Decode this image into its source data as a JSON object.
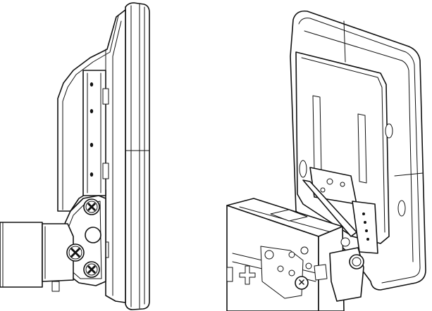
{
  "figure": {
    "views": [
      {
        "id": "side-view",
        "icon": "side-profile-monitor-mount"
      },
      {
        "id": "perspective-view",
        "icon": "perspective-monitor-on-chassis"
      }
    ],
    "colors": {
      "line": "#111111",
      "background": "#ffffff"
    }
  }
}
